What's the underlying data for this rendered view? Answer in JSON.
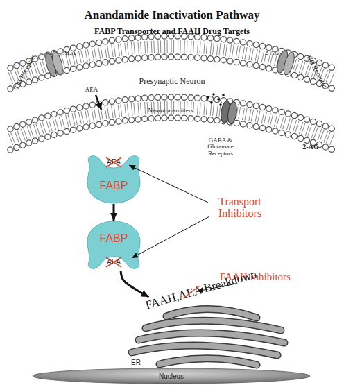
{
  "diagram": {
    "title": "Anandamide Inactivation Pathway",
    "nodes": [
      {
        "text": [
          "AEA",
          "FABP"
        ]
      },
      {
        "text": [
          "FABP",
          "AEA"
        ]
      },
      {
        "text": [
          "ER"
        ]
      },
      {
        "text": [
          "Nucleus"
        ]
      }
    ],
    "edges": [
      {
        "from": 0,
        "to": 1,
        "arrow": "to"
      },
      {
        "from": 1,
        "to": 2,
        "arrow": "to"
      }
    ],
    "labels": [
      "FABP Transporter and FAAH Drug Targets",
      "Presynaptic Neuron",
      "CB Receptor",
      "AEA",
      "2-AG",
      "CB Receptor",
      "AEA",
      "Neurotransmitters",
      "GABA & Glutamate Receptors",
      "2-AG",
      "Transport Inhibitors",
      "FAAH Inhibitors",
      "FAAH,AEA Breakdown"
    ]
  }
}
